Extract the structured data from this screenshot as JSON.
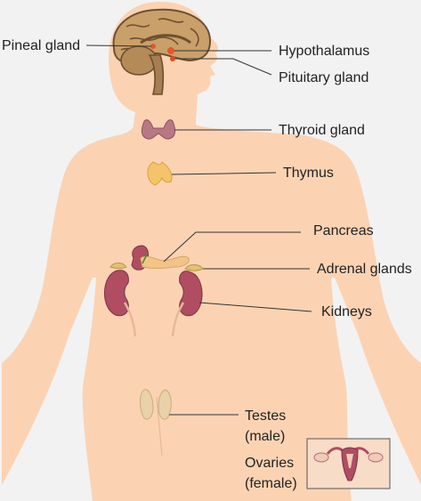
{
  "labels": {
    "pineal": "Pineal gland",
    "hypothalamus": "Hypothalamus",
    "pituitary": "Pituitary gland",
    "thyroid": "Thyroid gland",
    "thymus": "Thymus",
    "pancreas": "Pancreas",
    "adrenal": "Adrenal glands",
    "kidneys": "Kidneys",
    "testes_line1": "Testes",
    "testes_line2": "(male)",
    "ovaries_line1": "Ovaries",
    "ovaries_line2": "(female)"
  },
  "colors": {
    "background": "#f2f2f2",
    "body": "#fbd3b3",
    "brain": "#c9a06a",
    "brain_dark": "#6e4f2f",
    "thyroid": "#b77883",
    "thymus": "#f5c46a",
    "pancreas": "#f2c586",
    "kidney": "#b04d62",
    "adrenal": "#e1c26f",
    "testes": "#e9d1a8",
    "leader_line": "#333333"
  }
}
